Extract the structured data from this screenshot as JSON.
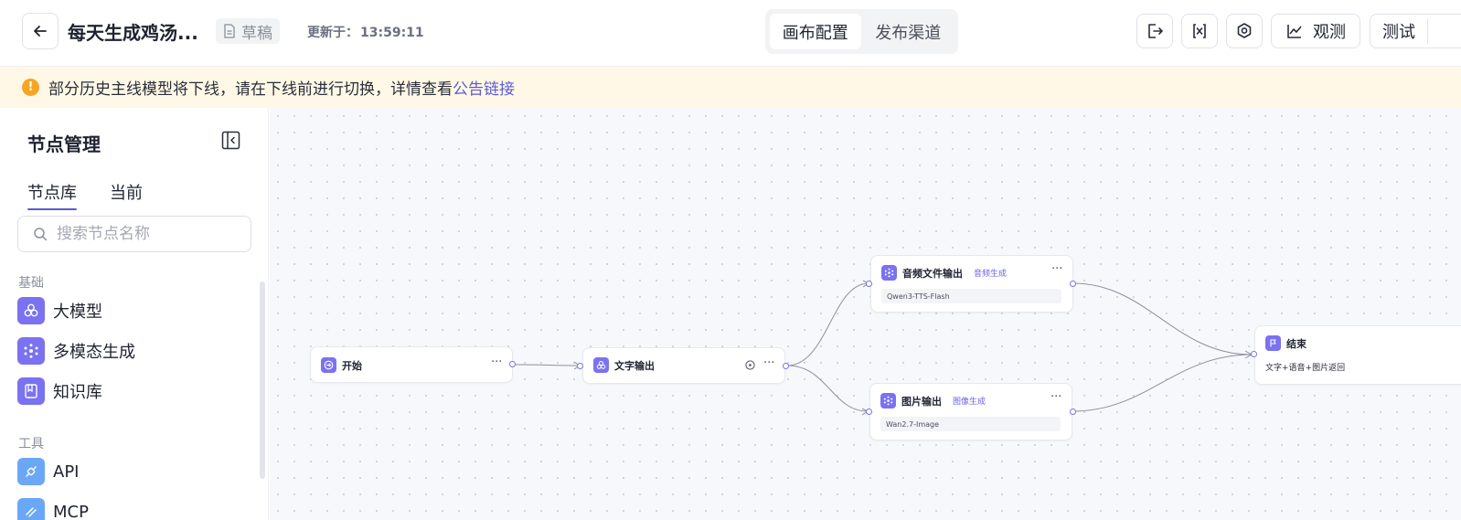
{
  "header": {
    "title": "每天生成鸡汤...",
    "draft_label": "草稿",
    "updated_label": "更新于：",
    "updated_time": "13:59:11",
    "tabs": [
      {
        "label": "画布配置",
        "active": true
      },
      {
        "label": "发布渠道",
        "active": false
      }
    ],
    "observe_label": "观测",
    "test_label": "测试"
  },
  "banner": {
    "message": "部分历史主线模型将下线，请在下线前进行切换，详情查看",
    "link_text": "公告链接"
  },
  "sidebar": {
    "title": "节点管理",
    "tabs": [
      {
        "label": "节点库",
        "active": true
      },
      {
        "label": "当前",
        "active": false
      }
    ],
    "search_placeholder": "搜索节点名称",
    "sections": [
      {
        "label": "基础",
        "items": [
          {
            "label": "大模型",
            "icon": "llm-icon"
          },
          {
            "label": "多模态生成",
            "icon": "multimodal-icon"
          },
          {
            "label": "知识库",
            "icon": "knowledge-icon"
          }
        ]
      },
      {
        "label": "工具",
        "items": [
          {
            "label": "API",
            "icon": "api-icon"
          },
          {
            "label": "MCP",
            "icon": "mcp-icon"
          }
        ]
      }
    ]
  },
  "canvas": {
    "nodes": {
      "start": {
        "title": "开始",
        "more": "···"
      },
      "text_output": {
        "title": "文字输出",
        "more": "···"
      },
      "audio_output": {
        "title": "音频文件输出",
        "tag": "音频生成",
        "model": "Qwen3-TTS-Flash",
        "more": "···"
      },
      "image_output": {
        "title": "图片输出",
        "tag": "图像生成",
        "model": "Wan2.7-Image",
        "more": "···"
      },
      "end": {
        "title": "结束",
        "desc": "文字+语音+图片返回"
      }
    }
  },
  "colors": {
    "accent": "#5b5bd6",
    "node_icon": "#7a72f0",
    "banner_bg": "#fff8e6",
    "warning": "#f5a623"
  }
}
